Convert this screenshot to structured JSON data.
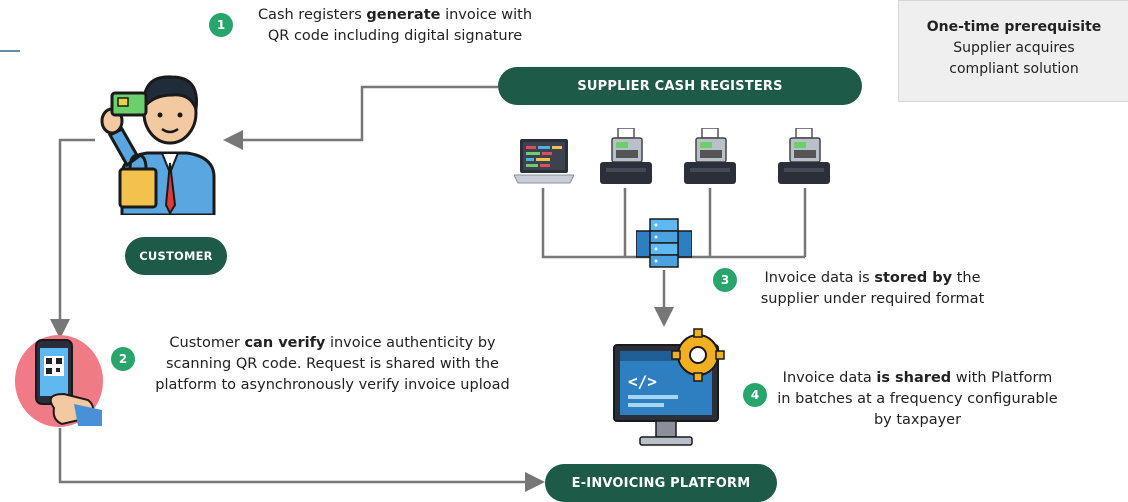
{
  "prerequisite": {
    "title": "One-time prerequisite",
    "body": "Supplier acquires compliant solution"
  },
  "supplier_label": "SUPPLIER CASH REGISTERS",
  "customer_label": "CUSTOMER",
  "platform_label": "E-INVOICING PLATFORM",
  "steps": [
    {
      "number": "1",
      "pre": "Cash registers ",
      "bold": "generate",
      "post": " invoice with QR code including digital signature"
    },
    {
      "number": "2",
      "pre": "Customer ",
      "bold": "can verify",
      "post": " invoice authenticity by scanning QR code. Request is shared with the platform to asynchronously verify invoice upload"
    },
    {
      "number": "3",
      "pre": "Invoice data is ",
      "bold": "stored by",
      "post": " the supplier under required format"
    },
    {
      "number": "4",
      "pre": "Invoice data ",
      "bold": "is shared",
      "post": " with Platform in batches at a frequency configurable by taxpayer"
    }
  ],
  "colors": {
    "pill": "#1e5a48",
    "badge": "#28a56c",
    "connector": "#777777"
  }
}
